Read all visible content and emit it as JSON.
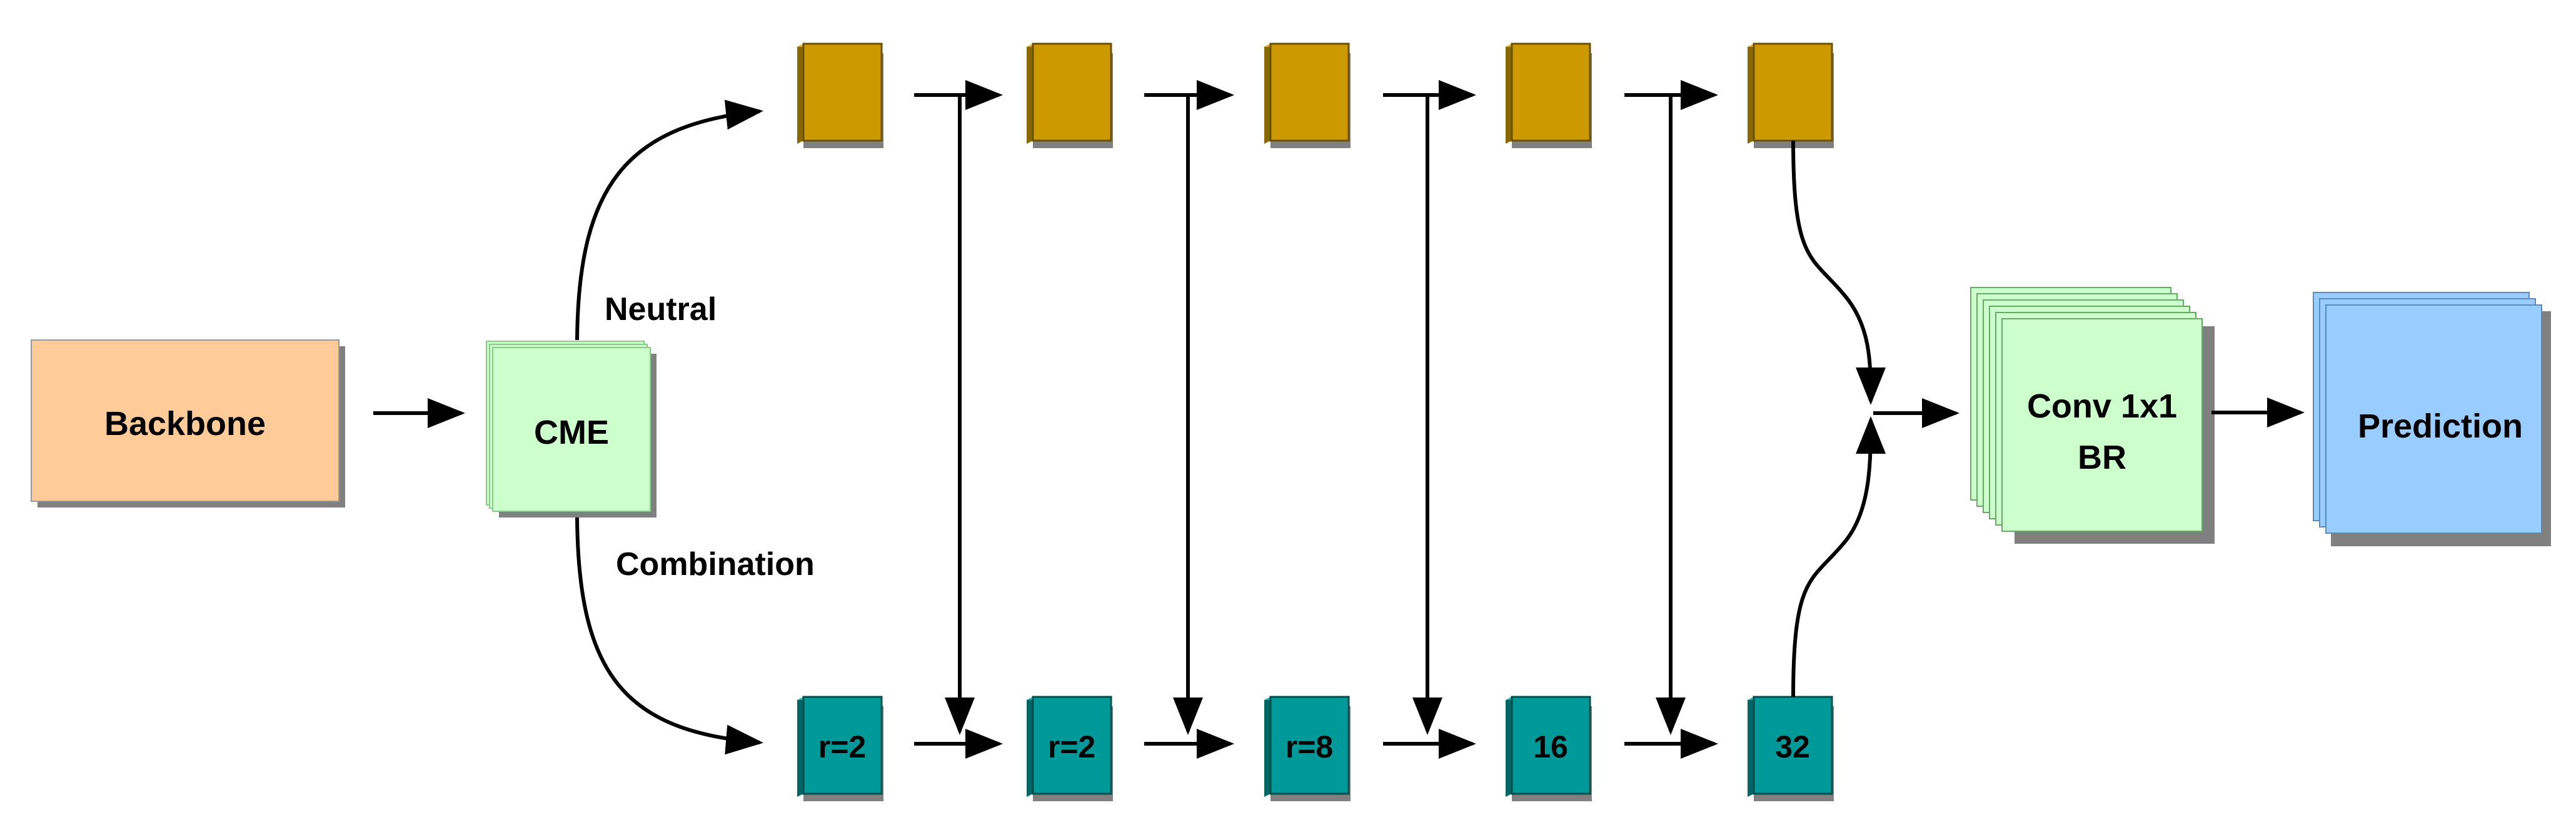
{
  "nodes": {
    "backbone": "Backbone",
    "cme": "CME",
    "conv_line1": "Conv 1x1",
    "conv_line2": "BR",
    "prediction": "Prediction"
  },
  "branches": {
    "neutral": "Neutral",
    "combination": "Combination"
  },
  "bottom_blocks": [
    "r=2",
    "r=2",
    "r=8",
    "16",
    "32"
  ],
  "colors": {
    "backbone": "#FFCC99",
    "cme": "#CCFFCC",
    "gold_block": "#CC9900",
    "teal_block": "#009999",
    "conv": "#CCFFCC",
    "prediction": "#99CCFF"
  }
}
